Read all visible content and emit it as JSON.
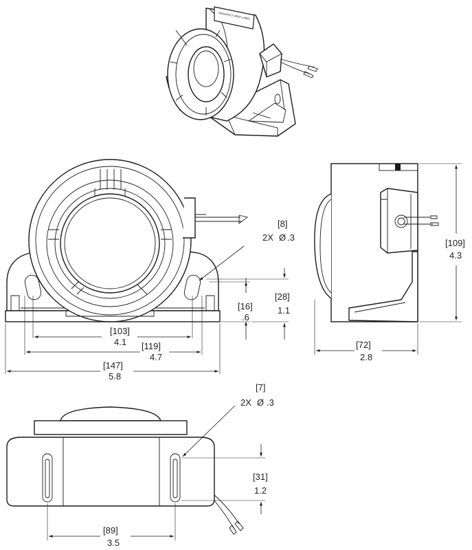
{
  "iso_view": {
    "label_text": "MANUFACTURER LABEL"
  },
  "front_view": {
    "hole_note": {
      "metric": "[8]",
      "qty": "2X",
      "dia": "Ø",
      "inch": ".3"
    },
    "dim_hole_spacing": {
      "metric": "[103]",
      "inch": "4.1"
    },
    "dim_slot_outer": {
      "metric": "[119]",
      "inch": "4.7"
    },
    "dim_overall_width": {
      "metric": "[147]",
      "inch": "5.8"
    },
    "dim_base_height": {
      "metric": "[16]",
      "inch": ".6"
    },
    "dim_hole_height": {
      "metric": "[28]",
      "inch": "1.1"
    }
  },
  "side_view": {
    "dim_height": {
      "metric": "[109]",
      "inch": "4.3"
    },
    "dim_depth": {
      "metric": "[72]",
      "inch": "2.8"
    }
  },
  "bottom_view": {
    "hole_note": {
      "metric": "[7]",
      "qty": "2X",
      "dia": "Ø",
      "inch": ".3"
    },
    "dim_slot_length": {
      "metric": "[31]",
      "inch": "1.2"
    },
    "dim_slot_spacing": {
      "metric": "[89]",
      "inch": "3.5"
    }
  }
}
